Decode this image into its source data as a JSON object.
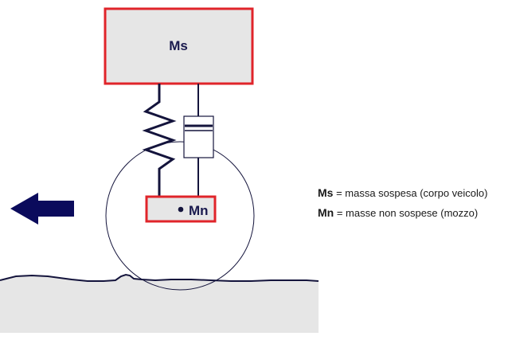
{
  "masses": {
    "sprung": {
      "label": "Ms"
    },
    "unsprung": {
      "label": "Mn"
    }
  },
  "legend": [
    {
      "symbol": "Ms",
      "text": " = massa sospesa (corpo veicolo)"
    },
    {
      "symbol": "Mn",
      "text": " = masse non sospese (mozzo)"
    }
  ],
  "colors": {
    "mass_fill": "#e6e6e6",
    "mass_border": "#e0242a",
    "line": "#14143c",
    "arrow": "#0b0b5c",
    "road_fill": "#e6e6e6",
    "road_edge": "#14143c"
  },
  "icons": {
    "direction": "arrow-left-icon"
  }
}
